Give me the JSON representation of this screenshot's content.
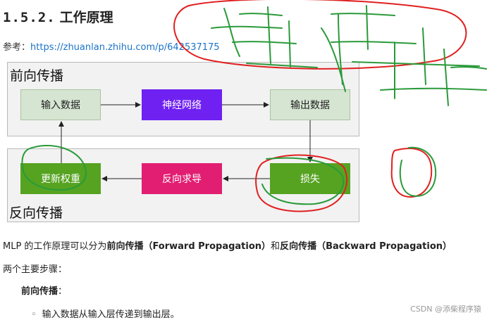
{
  "section": {
    "number": "1.5.2.",
    "title": "工作原理"
  },
  "reference": {
    "label": "参考：",
    "url": "https://zhuanlan.zhihu.com/p/642537175"
  },
  "diagram": {
    "forward_title": "前向传播",
    "backward_title": "反向传播",
    "nodes": {
      "input": "输入数据",
      "network": "神经网络",
      "output": "输出数据",
      "loss": "损失",
      "backprop": "反向求导",
      "update": "更新权重"
    },
    "colors": {
      "light": "#d6e5d2",
      "network": "#6f21f2",
      "backprop": "#e11e72",
      "green": "#56a321"
    }
  },
  "body": {
    "intro_pre": "MLP 的工作原理可以分为",
    "intro_forward": "前向传播（Forward Propagation）",
    "intro_mid": "和",
    "intro_backward": "反向传播（Backward Propagation）",
    "intro_post": "两个主要步骤：",
    "forward_heading": "前向传播",
    "forward_colon": "：",
    "bullet_marker": "◦",
    "bullet_1": "输入数据从输入层传递到输出层。"
  },
  "watermark": "CSDN @添柴程序猿"
}
